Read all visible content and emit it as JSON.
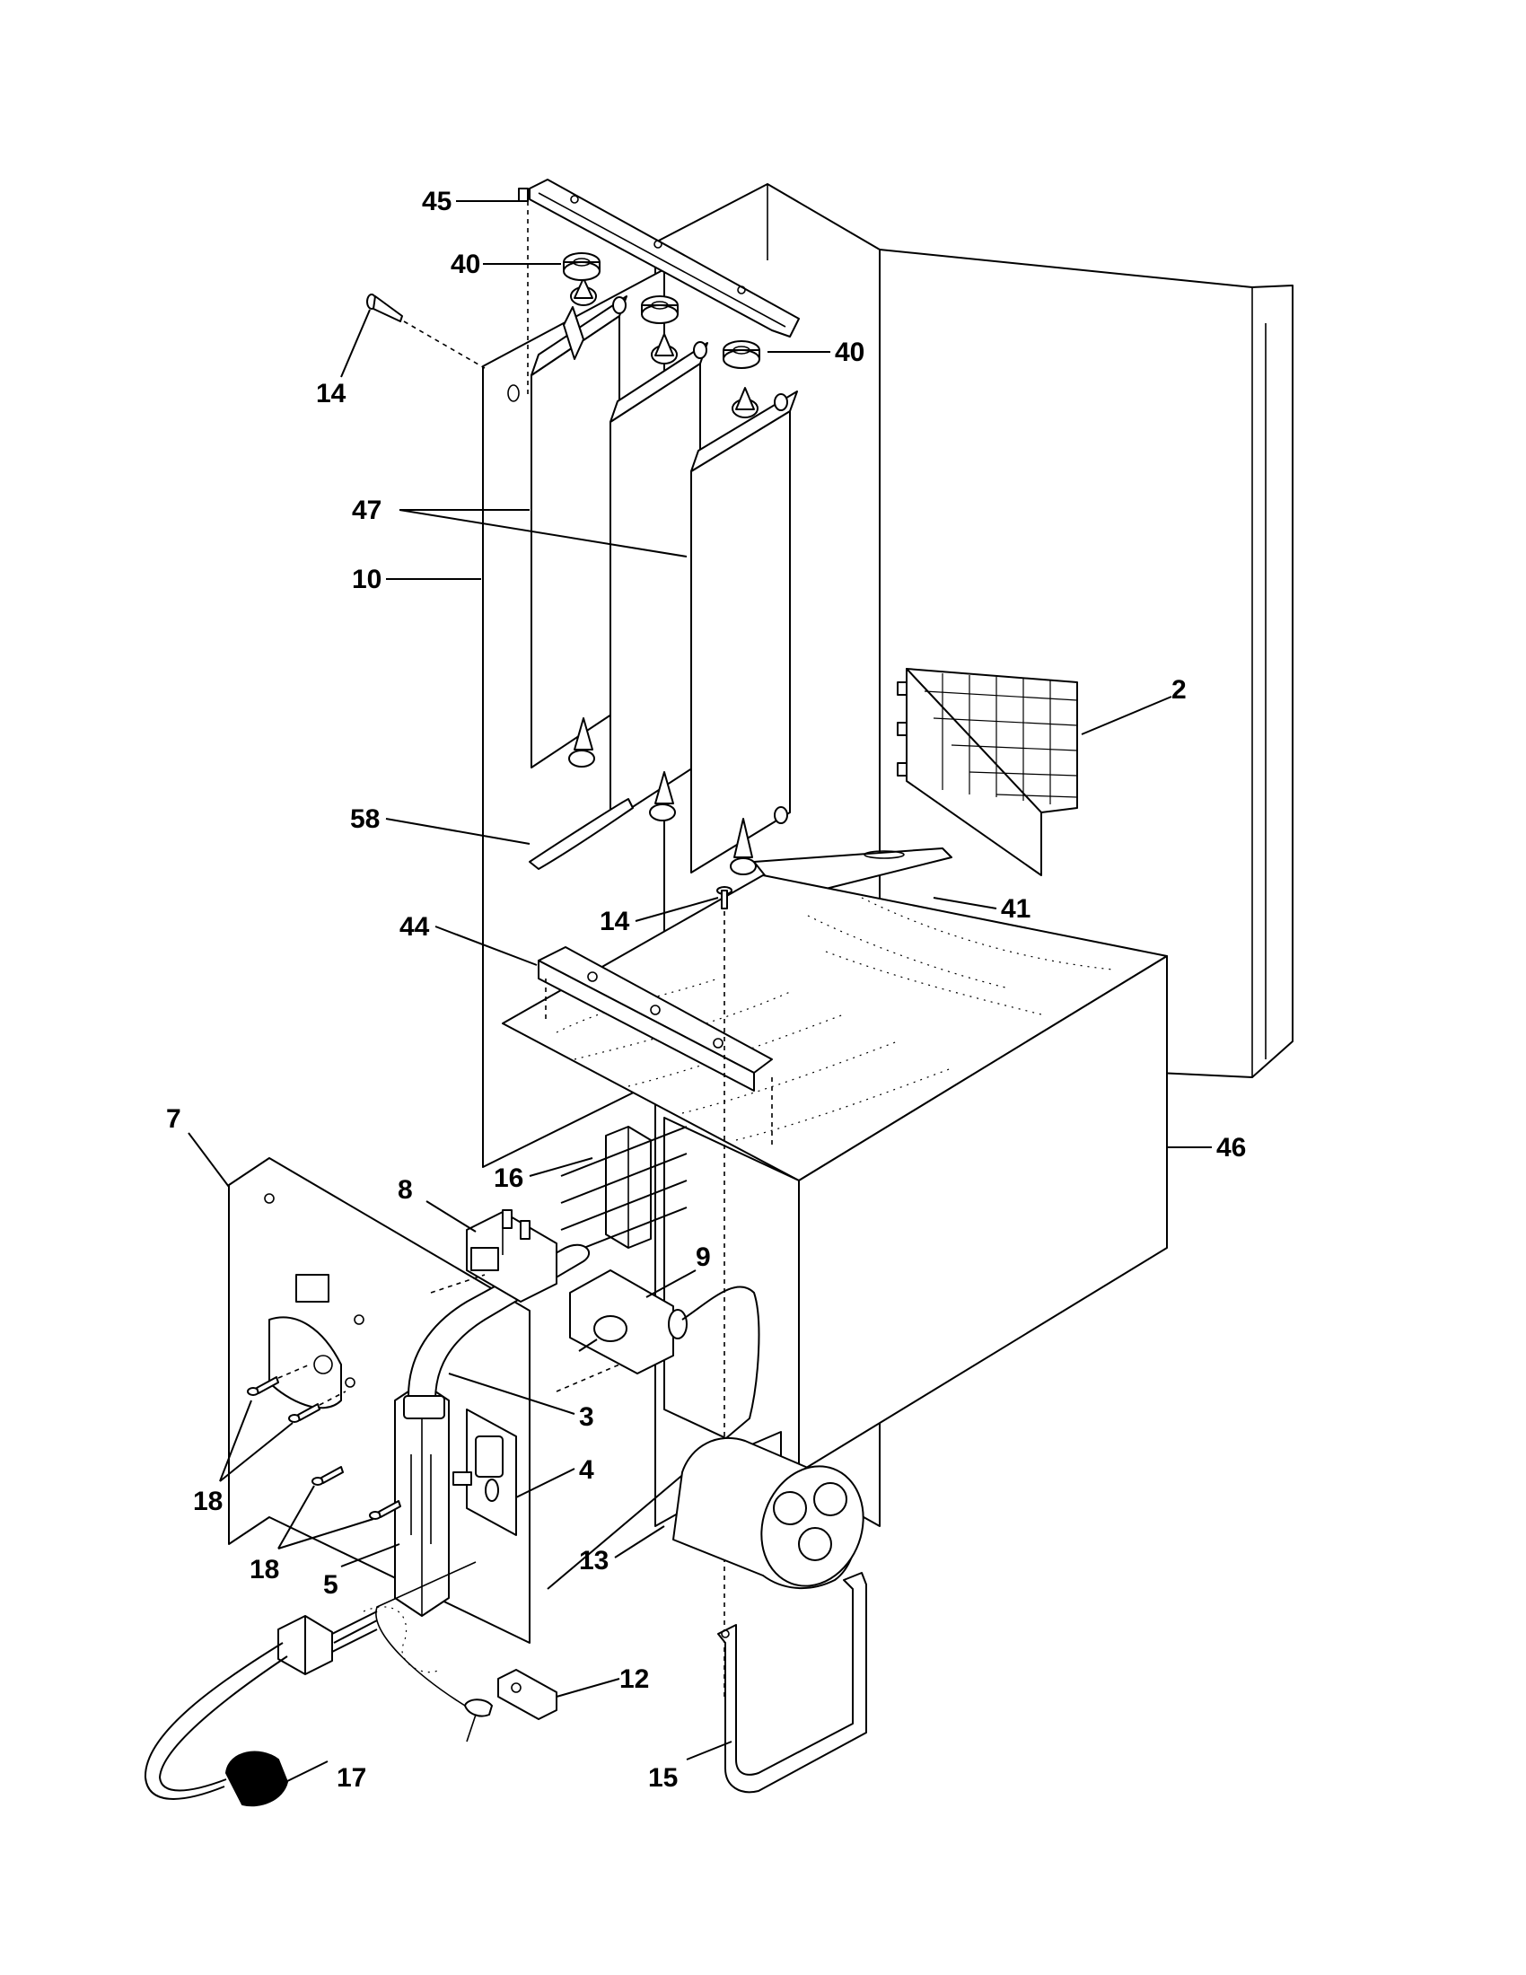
{
  "callouts": [
    {
      "id": "c45",
      "text": "45"
    },
    {
      "id": "c40a",
      "text": "40"
    },
    {
      "id": "c40b",
      "text": "40"
    },
    {
      "id": "c14a",
      "text": "14"
    },
    {
      "id": "c47",
      "text": "47"
    },
    {
      "id": "c10",
      "text": "10"
    },
    {
      "id": "c2",
      "text": "2"
    },
    {
      "id": "c58",
      "text": "58"
    },
    {
      "id": "c41",
      "text": "41"
    },
    {
      "id": "c14b",
      "text": "14"
    },
    {
      "id": "c44",
      "text": "44"
    },
    {
      "id": "c46",
      "text": "46"
    },
    {
      "id": "c7",
      "text": "7"
    },
    {
      "id": "c16",
      "text": "16"
    },
    {
      "id": "c8",
      "text": "8"
    },
    {
      "id": "c9",
      "text": "9"
    },
    {
      "id": "c3",
      "text": "3"
    },
    {
      "id": "c4",
      "text": "4"
    },
    {
      "id": "c18a",
      "text": "18"
    },
    {
      "id": "c18b",
      "text": "18"
    },
    {
      "id": "c5",
      "text": "5"
    },
    {
      "id": "c13",
      "text": "13"
    },
    {
      "id": "c12",
      "text": "12"
    },
    {
      "id": "c17",
      "text": "17"
    },
    {
      "id": "c15",
      "text": "15"
    }
  ]
}
